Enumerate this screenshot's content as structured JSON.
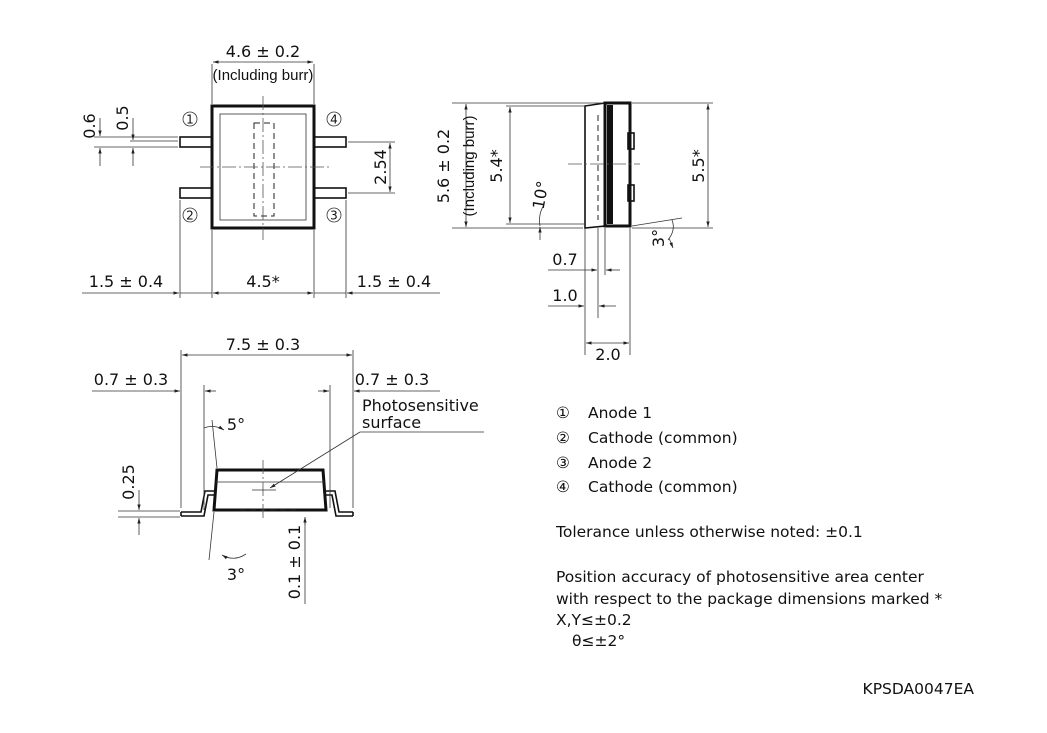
{
  "drawing_code": "KPSDA0047EA",
  "top_view": {
    "width_dim": "4.6 ± 0.2",
    "width_note": "(Including burr)",
    "lead_dim_a": "0.6",
    "lead_dim_b": "0.5",
    "pitch_dim": "2.54",
    "left_lead_dim": "1.5 ± 0.4",
    "body_dim": "4.5*",
    "right_lead_dim": "1.5 ± 0.4",
    "pin1": "1",
    "pin2": "2",
    "pin3": "3",
    "pin4": "4"
  },
  "side_view": {
    "height_dim": "5.6 ± 0.2",
    "height_note": "(Including burr)",
    "inner_dim": "5.4*",
    "angle_left": "10°",
    "right_dim": "5.5*",
    "angle_right": "3°",
    "dim_07": "0.7",
    "dim_10": "1.0",
    "dim_20": "2.0"
  },
  "front_view": {
    "overall_dim": "7.5 ± 0.3",
    "left_dim": "0.7 ± 0.3",
    "right_dim": "0.7 ± 0.3",
    "photosensitive_label_1": "Photosensitive",
    "photosensitive_label_2": "surface",
    "angle_top": "5°",
    "lead_thk": "0.25",
    "angle_bottom": "3°",
    "standoff_dim": "0.1 ± 0.1"
  },
  "legend": [
    {
      "num": "①",
      "text": "Anode 1"
    },
    {
      "num": "②",
      "text": "Cathode (common)"
    },
    {
      "num": "③",
      "text": "Anode 2"
    },
    {
      "num": "④",
      "text": "Cathode (common)"
    }
  ],
  "notes": {
    "tolerance": "Tolerance unless otherwise noted: ±0.1",
    "position_1": "Position accuracy of photosensitive area center",
    "position_2": "with respect to the package dimensions marked *",
    "position_3": "X,Y≤±0.2",
    "position_4": "θ≤±2°"
  }
}
